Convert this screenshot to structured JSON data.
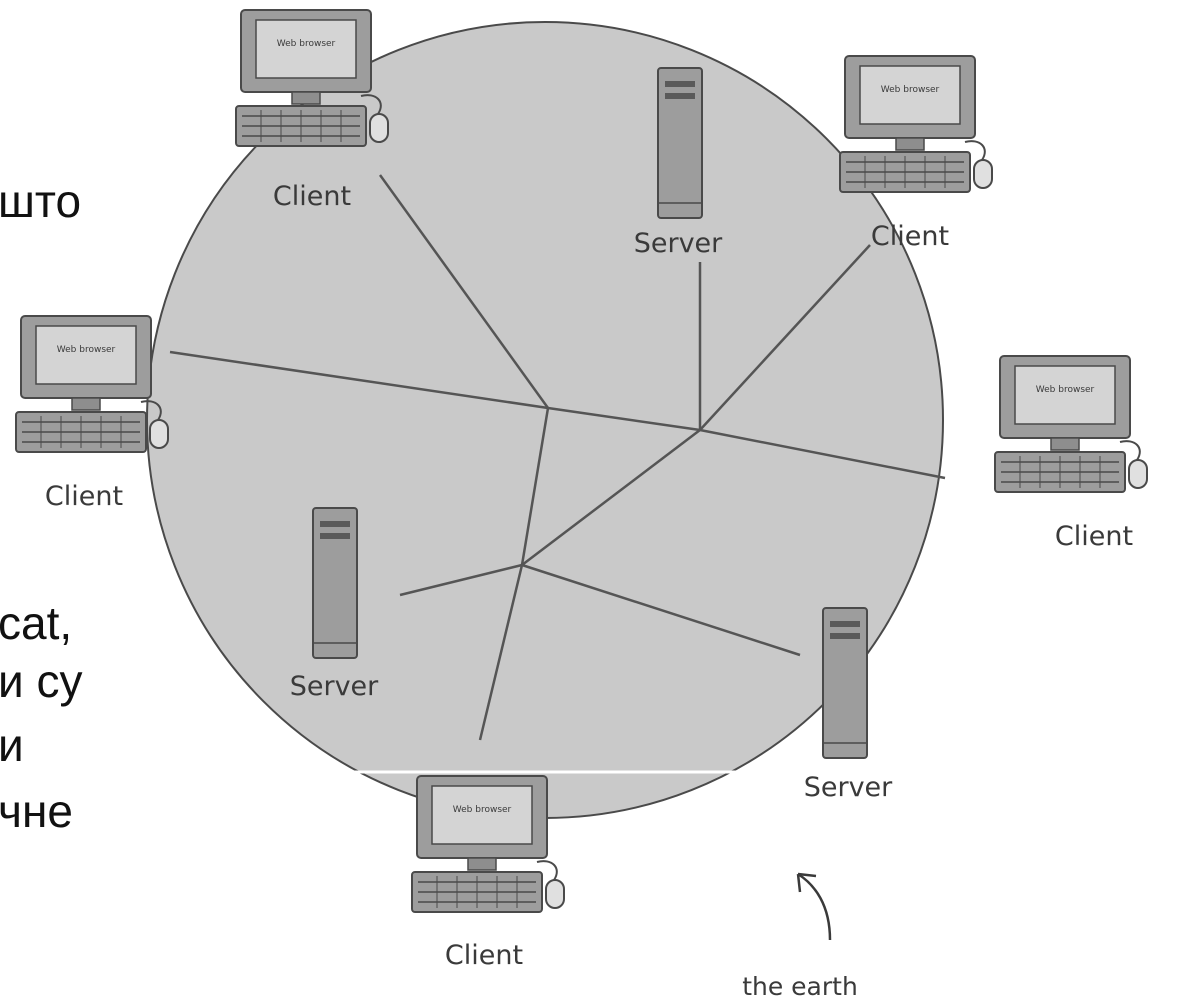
{
  "slide_fragments": [
    "што",
    "cat,",
    "и су",
    "и",
    "чне"
  ],
  "diagram": {
    "labels": {
      "client": "Client",
      "server": "Server",
      "monitor_screen": "Web browser",
      "earth": "the earth"
    },
    "colors": {
      "earth_fill": "#c9c9c9",
      "outline": "#4a4a4a",
      "line": "#555555",
      "device_body": "#9d9d9d",
      "screen": "#d4d4d4"
    }
  }
}
